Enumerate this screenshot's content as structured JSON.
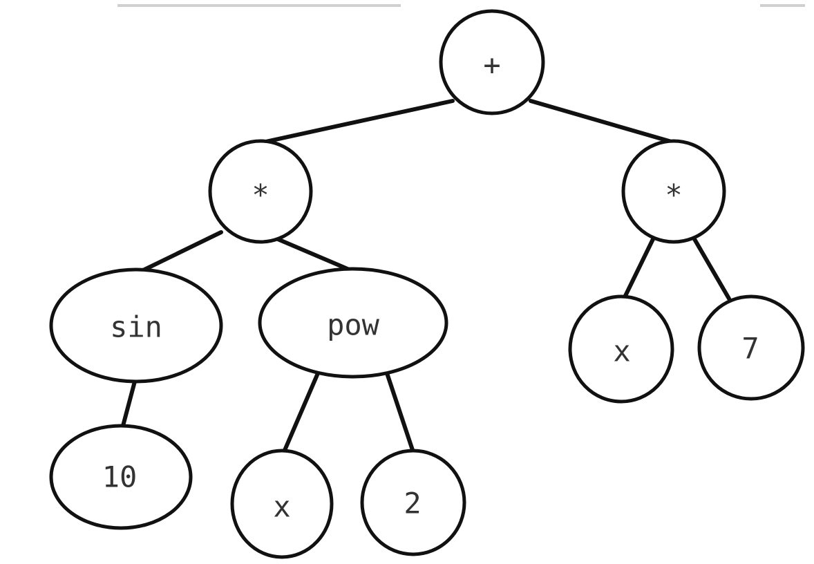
{
  "diagram": {
    "type": "expression-tree",
    "nodes": {
      "root": "+",
      "left_mul": "*",
      "right_mul": "*",
      "sin": "sin",
      "pow": "pow",
      "ten": "10",
      "pow_x": "x",
      "pow_two": "2",
      "mul_x": "x",
      "mul_seven": "7"
    },
    "edges": [
      [
        "root",
        "left_mul"
      ],
      [
        "root",
        "right_mul"
      ],
      [
        "left_mul",
        "sin"
      ],
      [
        "left_mul",
        "pow"
      ],
      [
        "sin",
        "ten"
      ],
      [
        "pow",
        "pow_x"
      ],
      [
        "pow",
        "pow_two"
      ],
      [
        "right_mul",
        "mul_x"
      ],
      [
        "right_mul",
        "mul_seven"
      ]
    ]
  }
}
